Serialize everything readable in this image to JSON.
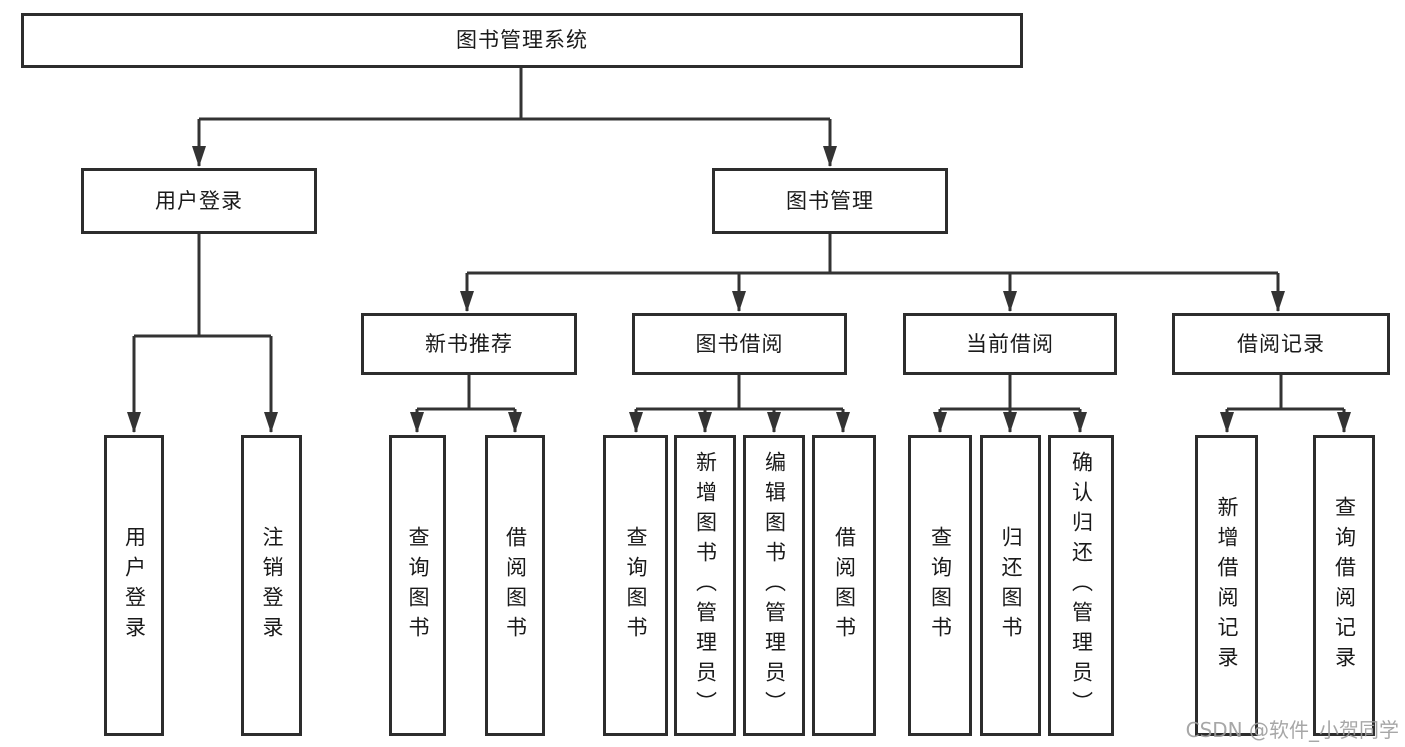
{
  "tree": {
    "root": {
      "label": "图书管理系统",
      "children": [
        {
          "label": "用户登录",
          "children": [
            {
              "label": "用户登录"
            },
            {
              "label": "注销登录"
            }
          ]
        },
        {
          "label": "图书管理",
          "children": [
            {
              "label": "新书推荐",
              "children": [
                {
                  "label": "查询图书"
                },
                {
                  "label": "借阅图书"
                }
              ]
            },
            {
              "label": "图书借阅",
              "children": [
                {
                  "label": "查询图书"
                },
                {
                  "label": "新增图书（管理员）"
                },
                {
                  "label": "编辑图书（管理员）"
                },
                {
                  "label": "借阅图书"
                }
              ]
            },
            {
              "label": "当前借阅",
              "children": [
                {
                  "label": "查询图书"
                },
                {
                  "label": "归还图书"
                },
                {
                  "label": "确认归还（管理员）"
                }
              ]
            },
            {
              "label": "借阅记录",
              "children": [
                {
                  "label": "新增借阅记录"
                },
                {
                  "label": "查询借阅记录"
                }
              ]
            }
          ]
        }
      ]
    }
  },
  "watermark": {
    "text": "CSDN @软件_小贺同学"
  },
  "colors": {
    "line": "#333333",
    "box_border": "#2d2d2d",
    "text": "#1a1a1a",
    "watermark": "#9e9e9e",
    "background": "#ffffff"
  }
}
